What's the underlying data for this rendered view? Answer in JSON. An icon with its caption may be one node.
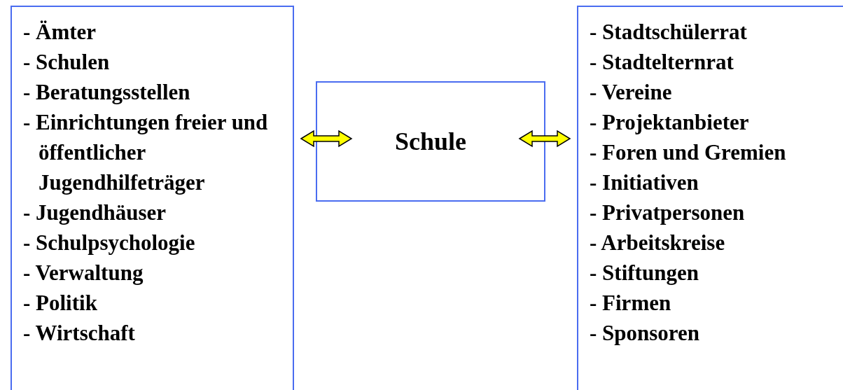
{
  "diagram": {
    "nodes": [
      {
        "text": [
          "- Ämter",
          "- Schulen",
          "- Beratungsstellen",
          "- Einrichtungen freier und öffentlicher Jugendhilfeträger",
          "- Jugendhäuser",
          "- Schulpsychologie",
          "- Verwaltung",
          "- Politik",
          "- Wirtschaft"
        ]
      },
      {
        "text": [
          "Schule"
        ]
      },
      {
        "text": [
          "- Stadtschülerrat",
          "- Stadtelternrat",
          "- Vereine",
          "- Projektanbieter",
          "- Foren und Gremien",
          "- Initiativen",
          "- Privatpersonen",
          "- Arbeitskreise",
          "- Stiftungen",
          "- Firmen",
          "- Sponsoren"
        ]
      }
    ],
    "edges": [
      {
        "from": 0,
        "to": 1,
        "arrow": "both"
      },
      {
        "from": 1,
        "to": 2,
        "arrow": "both"
      }
    ]
  }
}
